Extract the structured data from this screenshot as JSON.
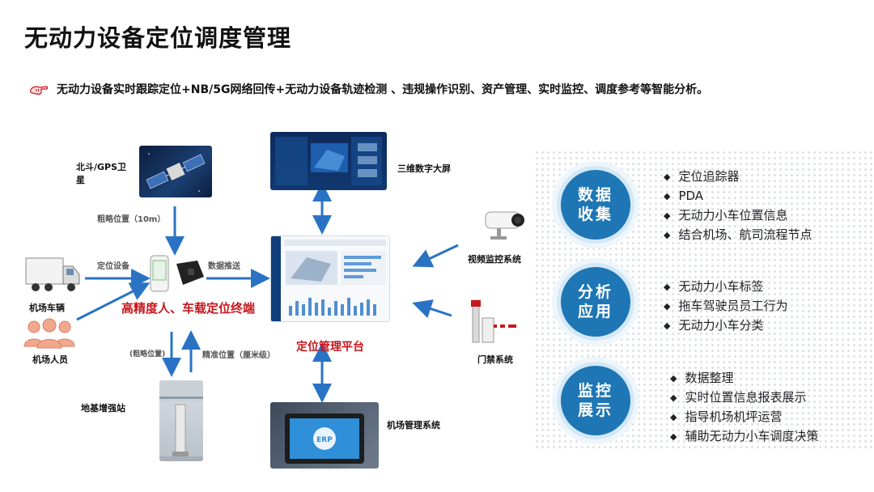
{
  "title": "无动力设备定位调度管理",
  "subtitle": "无动力设备实时跟踪定位+NB/5G网络回传+无动力设备轨迹检测 、违规操作识别、资产管理、实时监控、调度参考等智能分析。",
  "labels": {
    "satellite": "北斗/GPS卫星",
    "coarse_position": "粗略位置（10m）",
    "locating_device": "定位设备",
    "data_push": "数据推送",
    "airport_vehicle": "机场车辆",
    "airport_staff": "机场人员",
    "terminal": "高精度人、车载定位终端",
    "coarse_position2": "(粗略位置)",
    "precise_position": "精准位置（厘米级）",
    "base_station": "地基增强站",
    "platform": "定位管理平台",
    "screen_3d": "三维数字大屏",
    "video_system": "视频监控系统",
    "gate_system": "门禁系统",
    "airport_mgmt": "机场管理系统",
    "erp": "ERP"
  },
  "panels": [
    {
      "line1": "数据",
      "line2": "收集",
      "items": [
        "定位追踪器",
        "PDA",
        "无动力小车位置信息",
        "结合机场、航司流程节点"
      ]
    },
    {
      "line1": "分析",
      "line2": "应用",
      "items": [
        "无动力小车标签",
        "拖车驾驶员员工行为",
        "无动力小车分类"
      ]
    },
    {
      "line1": "监控",
      "line2": "展示",
      "items": [
        "数据整理",
        "实时位置信息报表展示",
        "指导机场机坪运营",
        "辅助无动力小车调度决策"
      ]
    }
  ],
  "colors": {
    "arrow": "#2a73c4",
    "circle": "#1e76b5",
    "red_text": "#c8161d"
  }
}
